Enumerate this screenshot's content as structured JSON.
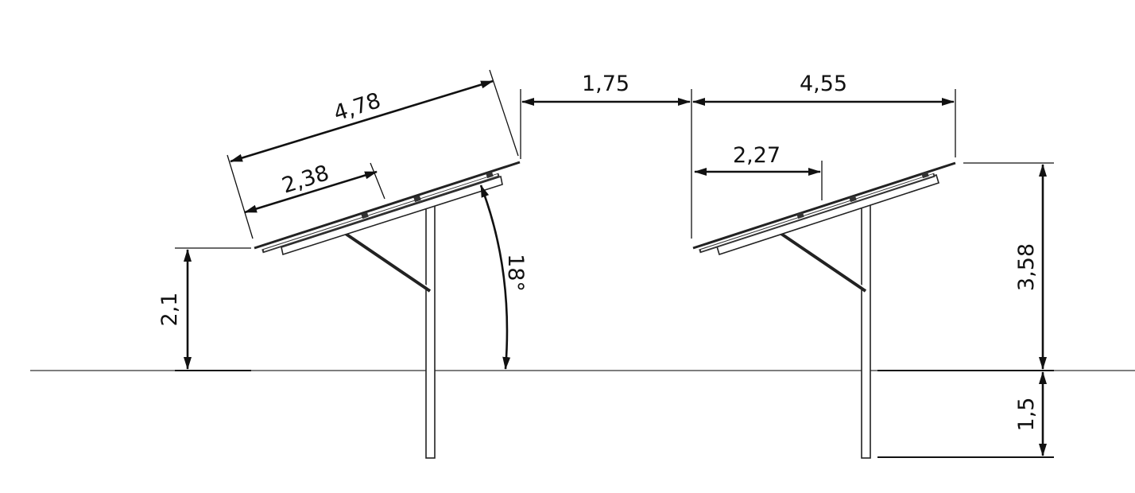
{
  "drawing": {
    "left_structure": {
      "panel_width": "4,78",
      "half_width": "2,38",
      "low_edge_height": "2,1",
      "tilt_angle": "18°"
    },
    "spacing": {
      "row_gap": "1,75"
    },
    "right_structure": {
      "horizontal_projection": "4,55",
      "half_projection": "2,27",
      "high_edge_height": "3,58",
      "embedment_depth": "1,5"
    }
  }
}
